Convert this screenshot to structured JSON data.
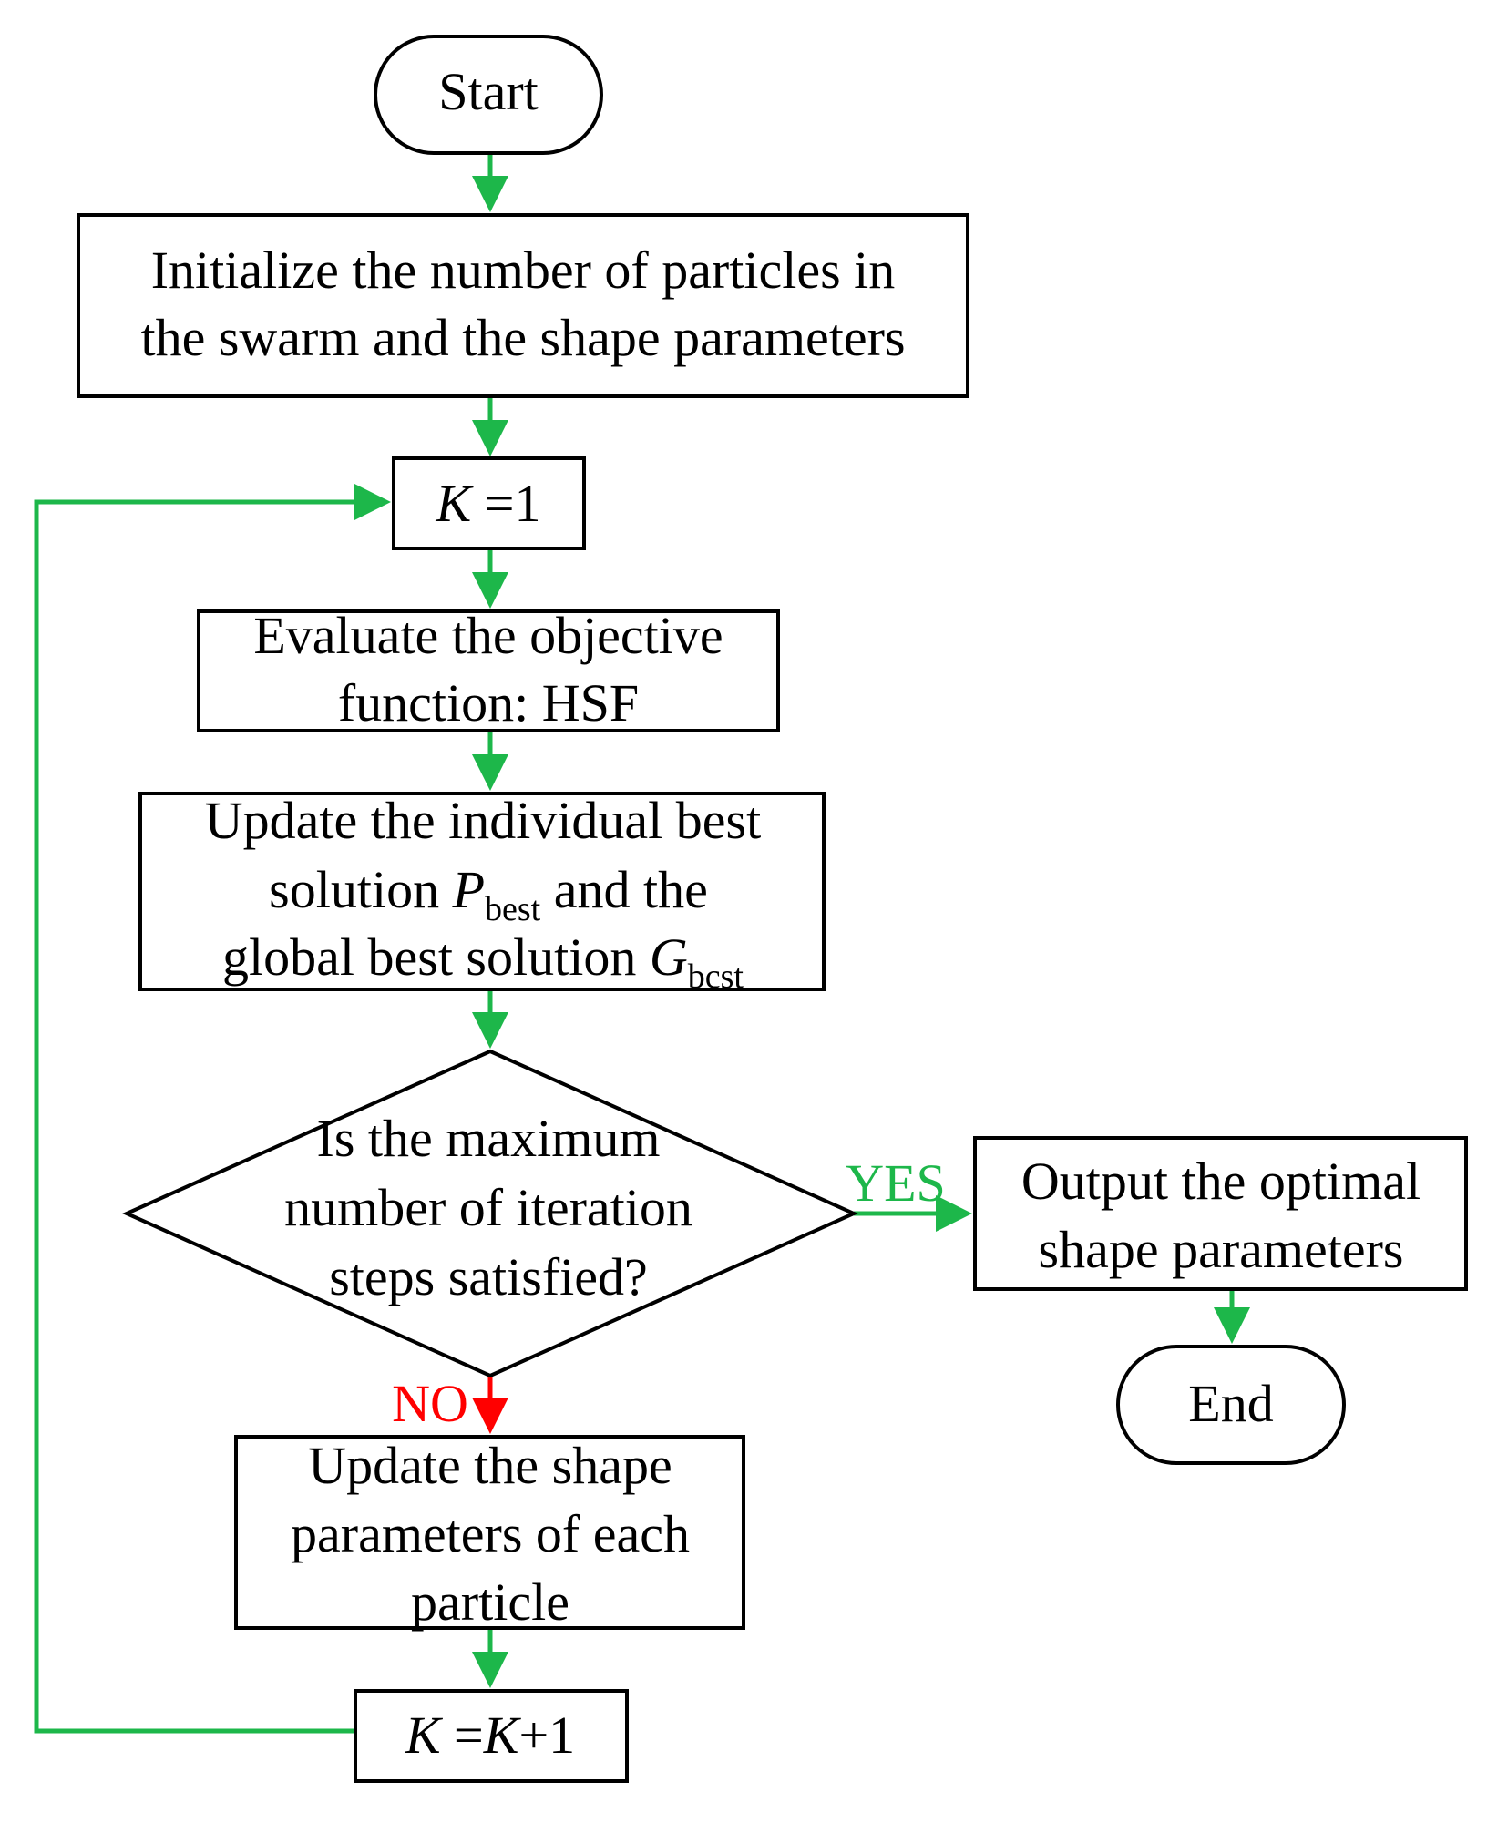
{
  "colors": {
    "flow_arrow": "#1db74a",
    "no_arrow": "#ff0000",
    "yes_label": "#1db74a",
    "no_label": "#ff0000",
    "box_border": "#000000",
    "background": "#ffffff"
  },
  "nodes": {
    "start": {
      "text": "Start"
    },
    "initialize": {
      "line1": "Initialize the number of particles in",
      "line2": "the swarm and the shape parameters"
    },
    "k_init": {
      "var": "K",
      "rest": " =1"
    },
    "evaluate": {
      "line1": "Evaluate the objective",
      "line2": "function: HSF"
    },
    "update_best": {
      "line1": "Update the individual best",
      "line2_pre": "solution ",
      "pbest_var": "P",
      "pbest_sub": "best",
      "line2_post": " and the",
      "line3_pre": "global best solution ",
      "gbest_var": "G",
      "gbest_sub": "bcst"
    },
    "decision": {
      "line1": "Is the maximum",
      "line2": "number of iteration",
      "line3": "steps satisfied?"
    },
    "output": {
      "line1": "Output the optimal",
      "line2": "shape parameters"
    },
    "end": {
      "text": "End"
    },
    "update_shape": {
      "line1": "Update the shape",
      "line2": "parameters of each",
      "line3": "particle"
    },
    "k_increment": {
      "var1": "K",
      "eq": " =",
      "var2": "K",
      "rest": "+1"
    }
  },
  "edge_labels": {
    "yes": "YES",
    "no": "NO"
  }
}
